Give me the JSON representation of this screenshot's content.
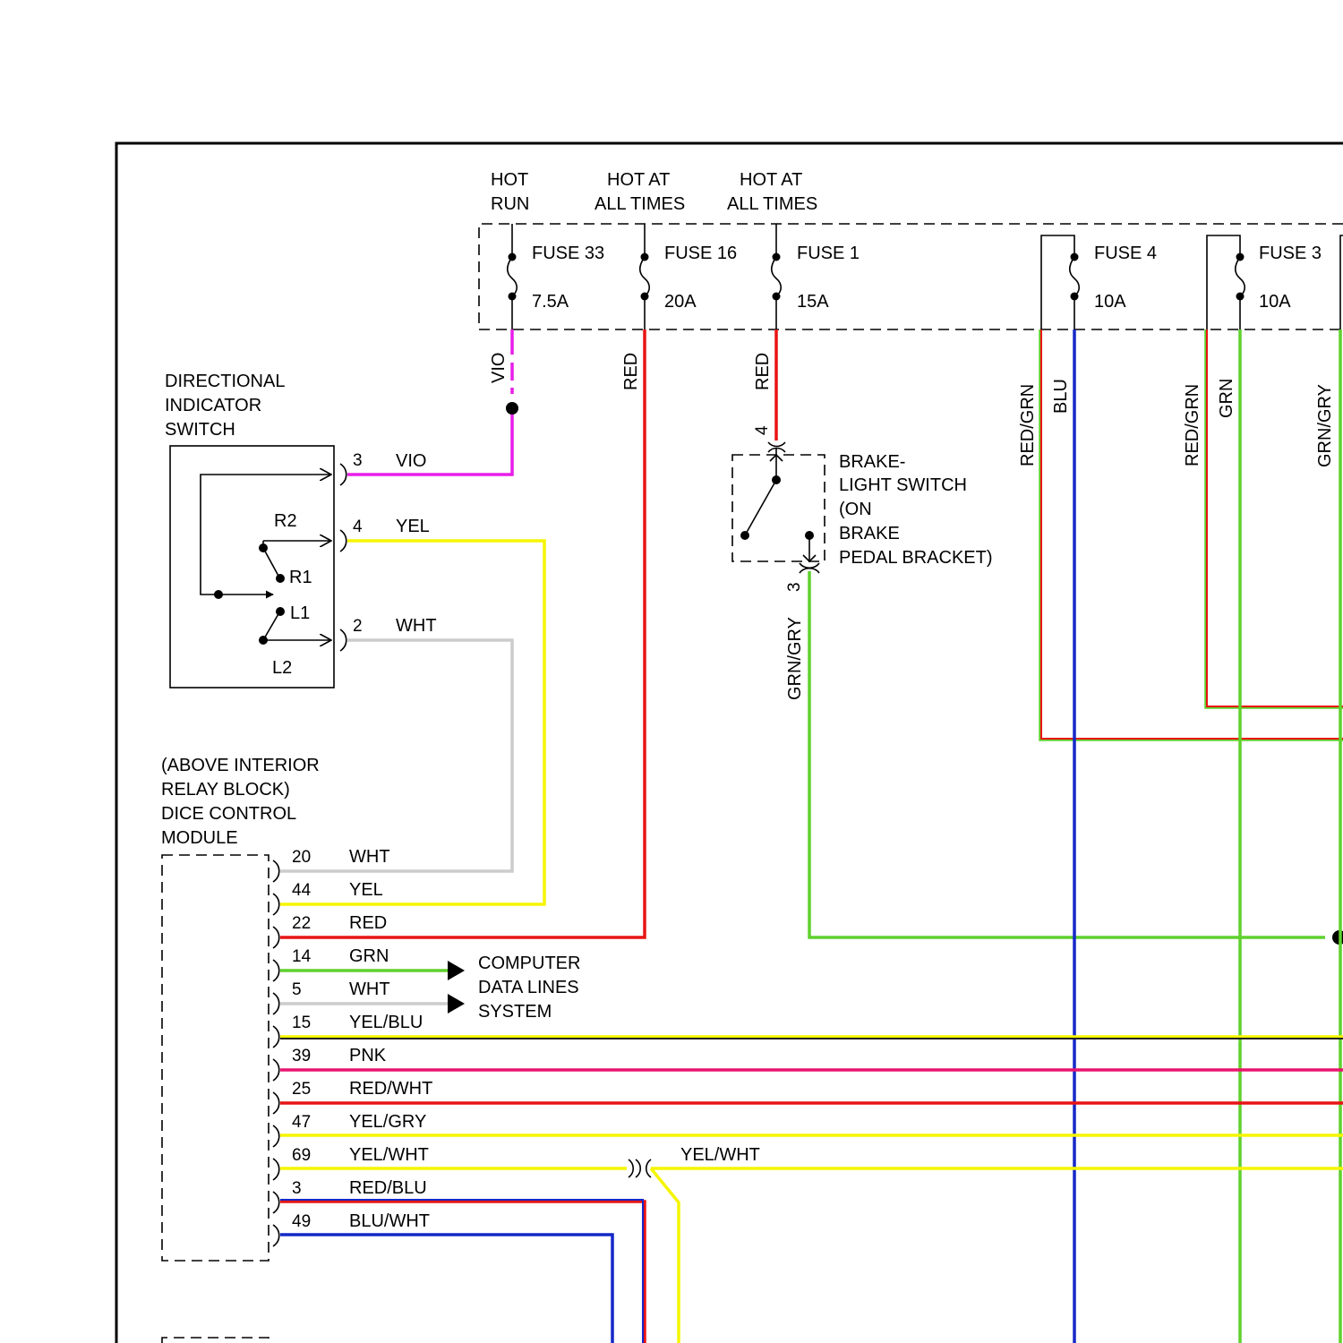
{
  "colors": {
    "vio": "#e81ee8",
    "red": "#e81414",
    "yel": "#f5f500",
    "wht": "#cccccc",
    "grn": "#5fd12d",
    "blu": "#1428c8",
    "pnk": "#e8146e",
    "dark": "#222222"
  },
  "power_labels": [
    {
      "line1": "HOT",
      "line2": "RUN"
    },
    {
      "line1": "HOT AT",
      "line2": "ALL TIMES"
    },
    {
      "line1": "HOT AT",
      "line2": "ALL TIMES"
    }
  ],
  "fuses": [
    {
      "name": "FUSE 33",
      "rating": "7.5A"
    },
    {
      "name": "FUSE 16",
      "rating": "20A"
    },
    {
      "name": "FUSE 1",
      "rating": "15A"
    },
    {
      "name": "FUSE 4",
      "rating": "10A"
    },
    {
      "name": "FUSE 3",
      "rating": "10A"
    }
  ],
  "wire_labels": {
    "fuse33": "VIO",
    "fuse16": "RED",
    "fuse1": "RED",
    "fuse4_a": "RED/GRN",
    "fuse4_b": "BLU",
    "fuse3_a": "RED/GRN",
    "fuse3_b": "GRN",
    "right": "GRN/GRY",
    "brake_out": "GRN/GRY",
    "splice": "YEL/WHT"
  },
  "directional_switch": {
    "title": [
      "DIRECTIONAL",
      "INDICATOR",
      "SWITCH"
    ],
    "contacts": {
      "r2": "R2",
      "r1": "R1",
      "l1": "L1",
      "l2": "L2"
    },
    "pins": [
      {
        "pin": "3",
        "color": "VIO"
      },
      {
        "pin": "4",
        "color": "YEL"
      },
      {
        "pin": "2",
        "color": "WHT"
      }
    ]
  },
  "brake_switch": {
    "title": [
      "BRAKE-",
      "LIGHT SWITCH",
      "(ON",
      "BRAKE",
      "PEDAL BRACKET)"
    ],
    "pin_in": "4",
    "pin_out": "3"
  },
  "module": {
    "title": [
      "(ABOVE INTERIOR",
      "RELAY BLOCK)",
      "DICE CONTROL",
      "MODULE"
    ],
    "pins": [
      {
        "pin": "20",
        "color": "WHT"
      },
      {
        "pin": "44",
        "color": "YEL"
      },
      {
        "pin": "22",
        "color": "RED"
      },
      {
        "pin": "14",
        "color": "GRN"
      },
      {
        "pin": "5",
        "color": "WHT"
      },
      {
        "pin": "15",
        "color": "YEL/BLU"
      },
      {
        "pin": "39",
        "color": "PNK"
      },
      {
        "pin": "25",
        "color": "RED/WHT"
      },
      {
        "pin": "47",
        "color": "YEL/GRY"
      },
      {
        "pin": "69",
        "color": "YEL/WHT"
      },
      {
        "pin": "3",
        "color": "RED/BLU"
      },
      {
        "pin": "49",
        "color": "BLU/WHT"
      }
    ]
  },
  "data_lines": [
    "COMPUTER",
    "DATA LINES",
    "SYSTEM"
  ]
}
